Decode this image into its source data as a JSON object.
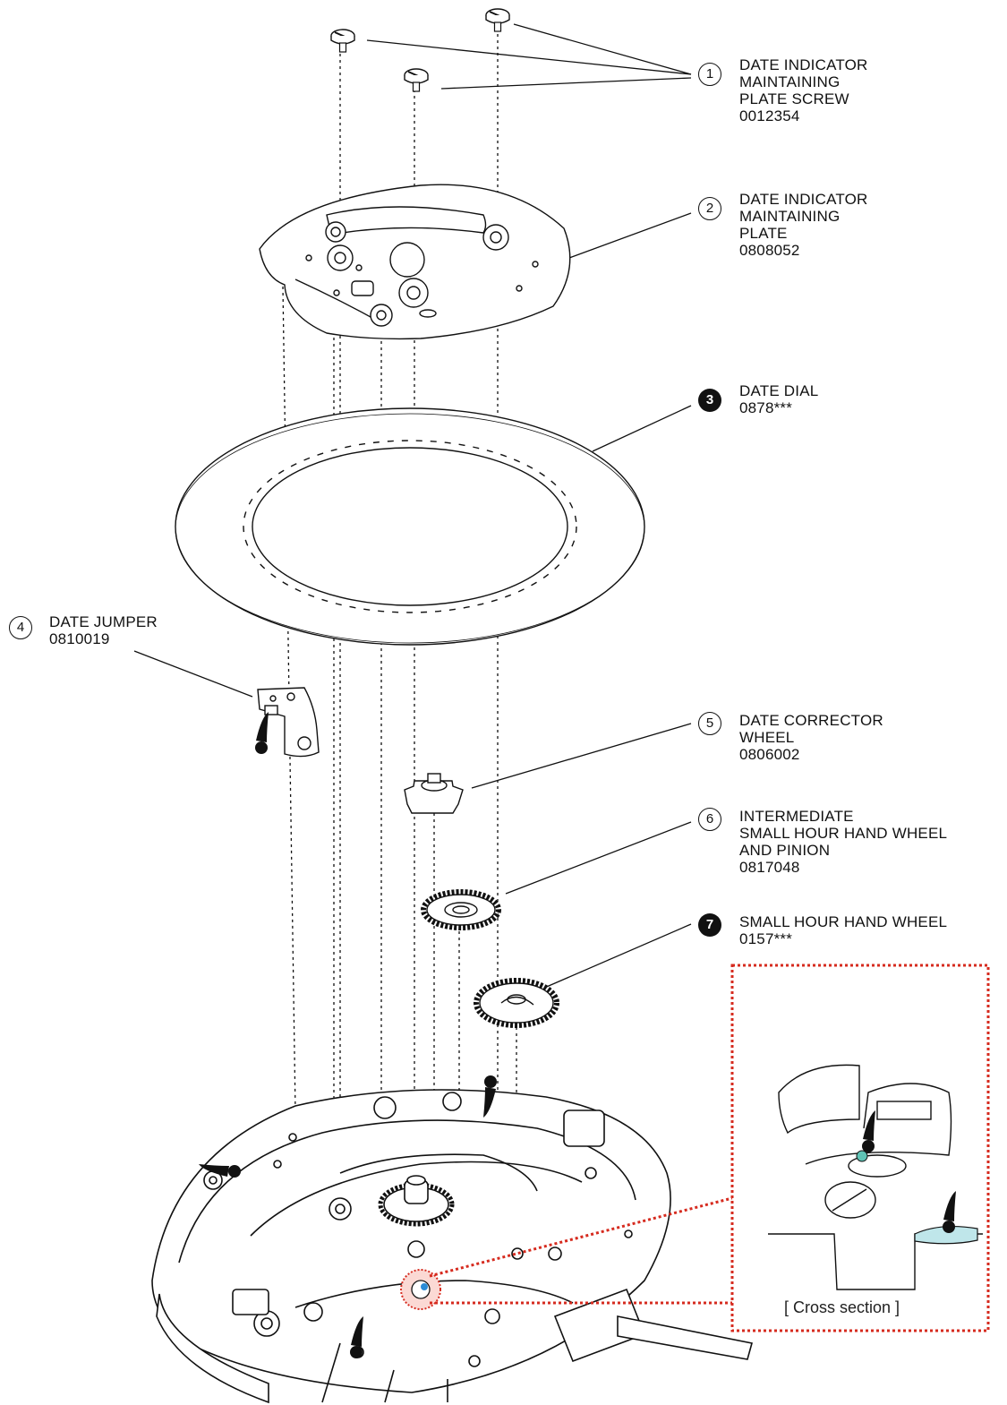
{
  "callouts": [
    {
      "number": "1",
      "style": "outline",
      "lines": [
        "DATE INDICATOR",
        "MAINTAINING",
        "PLATE SCREW",
        "0012354"
      ]
    },
    {
      "number": "2",
      "style": "outline",
      "lines": [
        "DATE INDICATOR",
        "MAINTAINING",
        "PLATE",
        "0808052"
      ]
    },
    {
      "number": "3",
      "style": "filled",
      "lines": [
        "DATE DIAL",
        "0878***"
      ]
    },
    {
      "number": "4",
      "style": "outline",
      "lines": [
        "DATE JUMPER",
        "0810019"
      ]
    },
    {
      "number": "5",
      "style": "outline",
      "lines": [
        "DATE CORRECTOR",
        "WHEEL",
        "0806002"
      ]
    },
    {
      "number": "6",
      "style": "outline",
      "lines": [
        "INTERMEDIATE",
        "SMALL HOUR HAND WHEEL",
        "AND PINION",
        "0817048"
      ]
    },
    {
      "number": "7",
      "style": "filled",
      "lines": [
        "SMALL HOUR HAND WHEEL",
        "0157***"
      ]
    }
  ],
  "inset": {
    "caption": "[ Cross section ]"
  },
  "colors": {
    "line": "#111111",
    "detail_border": "#d62b1f",
    "lubricant": "#5fc3b5",
    "oil_film": "#bfe6ea"
  }
}
